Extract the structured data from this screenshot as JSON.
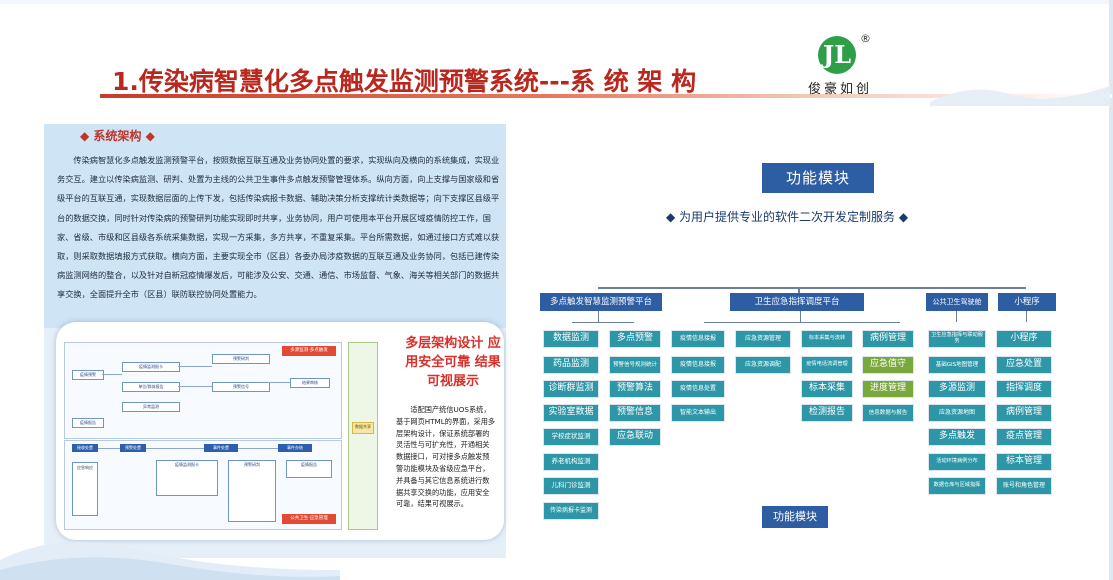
{
  "header": {
    "title": "1.传染病智慧化多点触发监测预警系统---系 统 架 构",
    "logo_glyph": "JL",
    "logo_text": "俊豪如创",
    "registered": "®"
  },
  "left": {
    "section_title": "◆ 系统架构 ◆",
    "paragraph": "传染病智慧化多点触发监测预警平台，按照数据互联互通及业务协同处置的要求，实现纵向及横向的系统集成，实现业务交互。建立以传染病监测、研判、处置为主线的公共卫生事件多点触发预警管理体系。纵向方面，向上支撑与国家级和省级平台的互联互通，实现数据层面的上传下发，包括传染病报卡数据、辅助决策分析支撑统计类数据等；向下支撑区县级平台的数据交换，同时针对传染病的预警研判功能实现即时共享，业务协同，用户可使用本平台开展区域疫情防控工作，国家、省级、市级和区县级各系统采集数据，实现一方采集，多方共享，不重复采集。平台所需数据，如通过接口方式难以获取，则采取数据填报方式获取。横向方面，主要实现全市（区县）各委办局涉疫数据的互联互通及业务协同，包括已建传染病监测网络的整合，以及针对自新冠疫情爆发后，可能涉及公安、交通、通信、市场监督、气象、海关等相关部门的数据共享交换，全面提升全市（区县）联防联控协同处置能力。",
    "card_heading": "多层架构设计 应用安全可靠 结果可视展示",
    "card_text": "适配国产统信UOS系统，基于网页HTML的界面，采用多层架构设计，保证系统部署的灵活性与可扩充性，开通相关数据接口，可对接多点触发预警功能模块及省级应急平台，并具备与其它信息系统进行数据共享交换的功能，应用安全可靠，结果可视展示。"
  },
  "diagram": {
    "top_title": "功能模块",
    "subtitle": "◆ 为用户提供专业的软件二次开发定制服务 ◆",
    "bottom_title": "功能模块",
    "groups": [
      {
        "name": "多点触发智慧监测预警平台"
      },
      {
        "name": "卫生应急指挥调度平台"
      },
      {
        "name": "公共卫生驾驶舱"
      },
      {
        "name": "小程序"
      }
    ],
    "col1": [
      "数据监测",
      "药品监测",
      "诊断群监测",
      "实验室数据",
      "学校症状监测",
      "养老机构监测",
      "儿科门诊监测",
      "传染病报卡监测"
    ],
    "col2": [
      "多点预警",
      "预警信号规则统计",
      "预警算法",
      "预警信息",
      "应急联动"
    ],
    "col3": [
      "疫情信息接报",
      "疫情信息接报",
      "疫情信息处置",
      "智能文本输出"
    ],
    "col4": [
      "应急资源管理",
      "应急资源调配"
    ],
    "col5": [
      "标本采集与流转",
      "疫情电话流调管理",
      "标本采集",
      "检测报告"
    ],
    "col6": [
      "病例管理",
      "应急值守",
      "进度管理",
      "信息数据与报告"
    ],
    "col7": [
      "卫生应急指挥与联动服务",
      "基础GIS地图管理",
      "多源监测",
      "应急资源地图",
      "多点触发",
      "活动环境病例分布",
      "数据仓库与区域指挥"
    ],
    "col8": [
      "小程序",
      "应急处置",
      "指挥调度",
      "病例管理",
      "疫点管理",
      "标本管理",
      "账号和角色管理"
    ],
    "mini_diagram": {
      "blocks": [
        "疫情预警",
        "疫情监测报卡",
        "预警信号",
        "单位/群体报告",
        "异常监测",
        "结果审核",
        "接收处置",
        "预警处置",
        "事件处置",
        "事件办结",
        "应急响应",
        "预警研判",
        "疫情报告"
      ],
      "red_blocks": [
        "多源监测·多点触发",
        "公共卫生·应急管理"
      ],
      "side_block": "数据共享"
    }
  },
  "colors": {
    "title_red": "#b8281e",
    "module_blue": "#2d5da3",
    "teal": "#2d97a8",
    "green": "#79a83d",
    "logo_green": "#2f9e48"
  }
}
